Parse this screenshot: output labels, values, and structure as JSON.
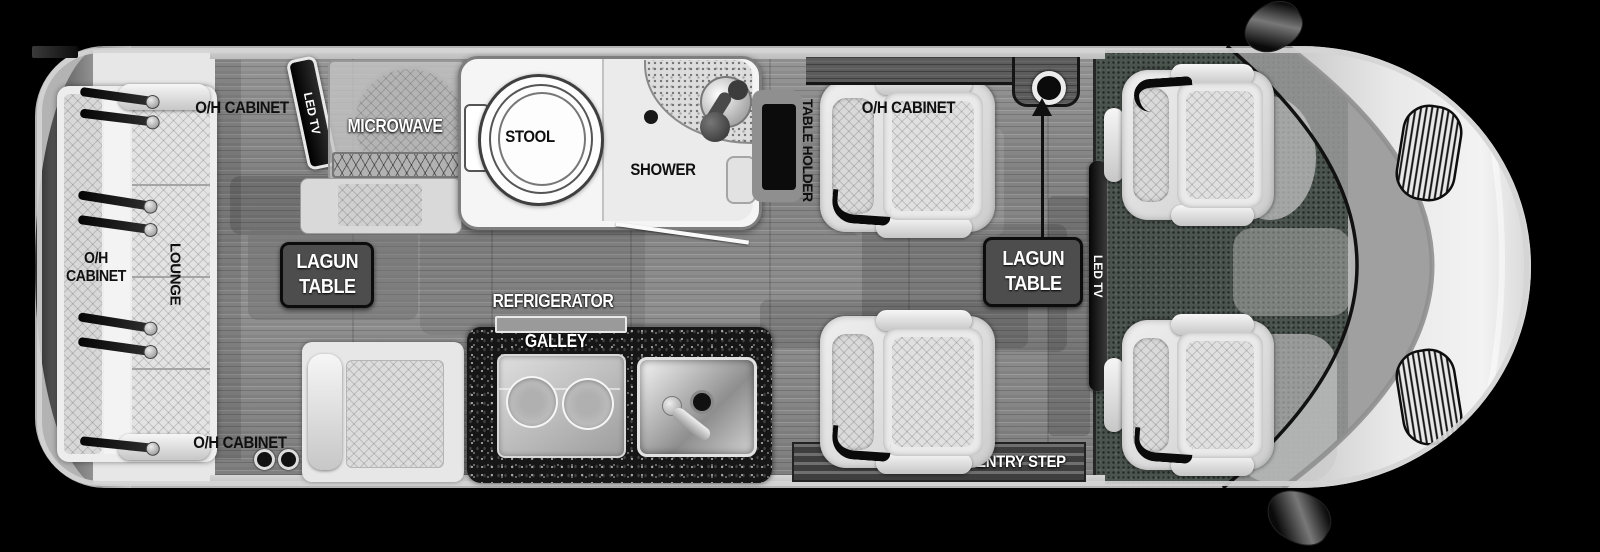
{
  "labels": {
    "rear_oh_cabinet_top": "O/H CABINET",
    "rear_oh_cabinet_side": {
      "line1": "O/H",
      "line2": "CABINET"
    },
    "lounge": "LOUNGE",
    "rear_oh_cabinet_bottom": "O/H CABINET",
    "led_tv_left": "LED TV",
    "microwave": "MICROWAVE",
    "stool": "STOOL",
    "shower": "SHOWER",
    "table_holder": "TABLE HOLDER",
    "lagun_table_left": {
      "line1": "LAGUN",
      "line2": "TABLE"
    },
    "refrigerator": "REFRIGERATOR",
    "galley": "GALLEY",
    "front_oh_cabinet": "O/H CABINET",
    "lagun_table_right": {
      "line1": "LAGUN",
      "line2": "TABLE"
    },
    "led_tv_right": "LED TV",
    "entry_step": "ENTRY STEP"
  },
  "colors": {
    "background": "#000000",
    "wood_floor": "#8e8e8e",
    "cab_carpet": "#4b544e",
    "galley_counter": "#161616",
    "bathroom_floor": "#f5f5f5",
    "lagun_label_background": "#4d4d4d",
    "label_dark": "#101010",
    "label_light": "#ffffff"
  }
}
